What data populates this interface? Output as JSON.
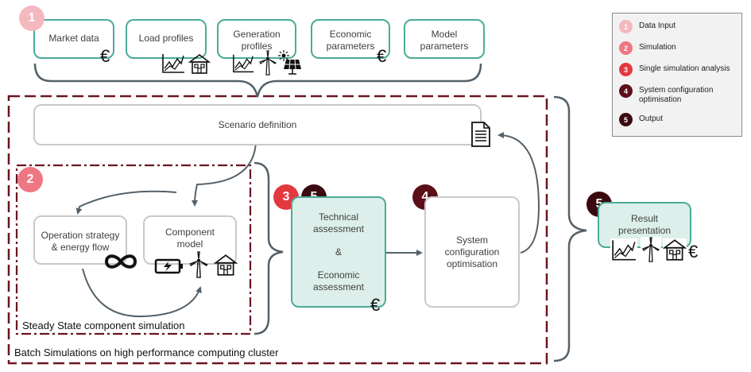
{
  "inputs": {
    "market_data": "Market data",
    "load_profiles": "Load profiles",
    "generation_profiles": "Generation profiles",
    "economic_parameters": "Economic parameters",
    "model_parameters": "Model parameters"
  },
  "scenario_definition": "Scenario definition",
  "simulation": {
    "operation_strategy": "Operation strategy & energy flow",
    "component_model": "Component model",
    "steady_state_label": "Steady State component simulation",
    "batch_label": "Batch Simulations on high performance computing cluster"
  },
  "assessment": {
    "technical": "Technical assessment",
    "and": "&",
    "economic": "Economic assessment"
  },
  "optimisation": "System configuration optimisation",
  "result": "Result presentation",
  "currency": "€",
  "badges": {
    "n1": "1",
    "n2": "2",
    "n3": "3",
    "n4": "4",
    "n5": "5"
  },
  "legend": {
    "items": [
      {
        "num": "1",
        "label": "Data Input"
      },
      {
        "num": "2",
        "label": "Simulation"
      },
      {
        "num": "3",
        "label": "Single simulation analysis"
      },
      {
        "num": "4",
        "label": "System configuration optimisation"
      },
      {
        "num": "5",
        "label": "Output"
      }
    ]
  },
  "colors": {
    "teal": "#4aab98",
    "grey_border": "#c9c9c9",
    "dark_red_dash": "#6b1520",
    "arrow": "#556169",
    "badge_1": "#f4b8bf",
    "badge_2": "#ee7783",
    "badge_3": "#e4383f",
    "badge_4": "#5c0f18",
    "badge_5": "#3a0a0f"
  },
  "icons": [
    "euro-icon",
    "chart-icon",
    "house-icon",
    "wind-turbine-icon",
    "sun-icon",
    "solar-panel-icon",
    "document-icon",
    "infinity-icon",
    "battery-icon"
  ]
}
